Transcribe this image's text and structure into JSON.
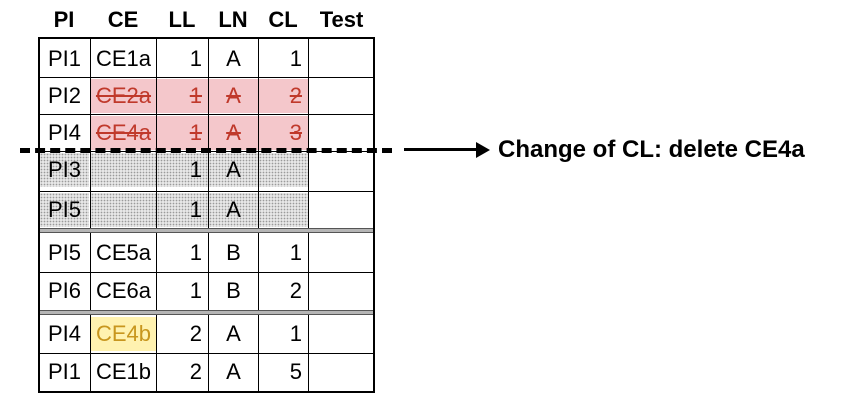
{
  "table": {
    "headers": [
      "PI",
      "CE",
      "LL",
      "LN",
      "CL",
      "Test"
    ],
    "rows": [
      {
        "pi": "PI1",
        "ce": "CE1a",
        "ll": "1",
        "ln": "A",
        "cl": "1",
        "test": ""
      },
      {
        "pi": "PI2",
        "ce": "CE2a",
        "ll": "1",
        "ln": "A",
        "cl": "2",
        "test": ""
      },
      {
        "pi": "PI4",
        "ce": "CE4a",
        "ll": "1",
        "ln": "A",
        "cl": "3",
        "test": ""
      },
      {
        "pi": "PI3",
        "ce": "",
        "ll": "1",
        "ln": "A",
        "cl": "",
        "test": ""
      },
      {
        "pi": "PI5",
        "ce": "",
        "ll": "1",
        "ln": "A",
        "cl": "",
        "test": ""
      },
      {
        "pi": "PI5",
        "ce": "CE5a",
        "ll": "1",
        "ln": "B",
        "cl": "1",
        "test": ""
      },
      {
        "pi": "PI6",
        "ce": "CE6a",
        "ll": "1",
        "ln": "B",
        "cl": "2",
        "test": ""
      },
      {
        "pi": "PI4",
        "ce": "CE4b",
        "ll": "2",
        "ln": "A",
        "cl": "1",
        "test": ""
      },
      {
        "pi": "PI1",
        "ce": "CE1b",
        "ll": "2",
        "ln": "A",
        "cl": "5",
        "test": ""
      }
    ]
  },
  "annotation": {
    "text": "Change of CL: delete CE4a"
  },
  "colors": {
    "deleted_fill": "#f4c7cb",
    "deleted_text": "#c0392b",
    "highlight_fill": "#fff2b0",
    "highlight_text": "#c8961e",
    "dotted_fill": "#e6e6e6"
  }
}
